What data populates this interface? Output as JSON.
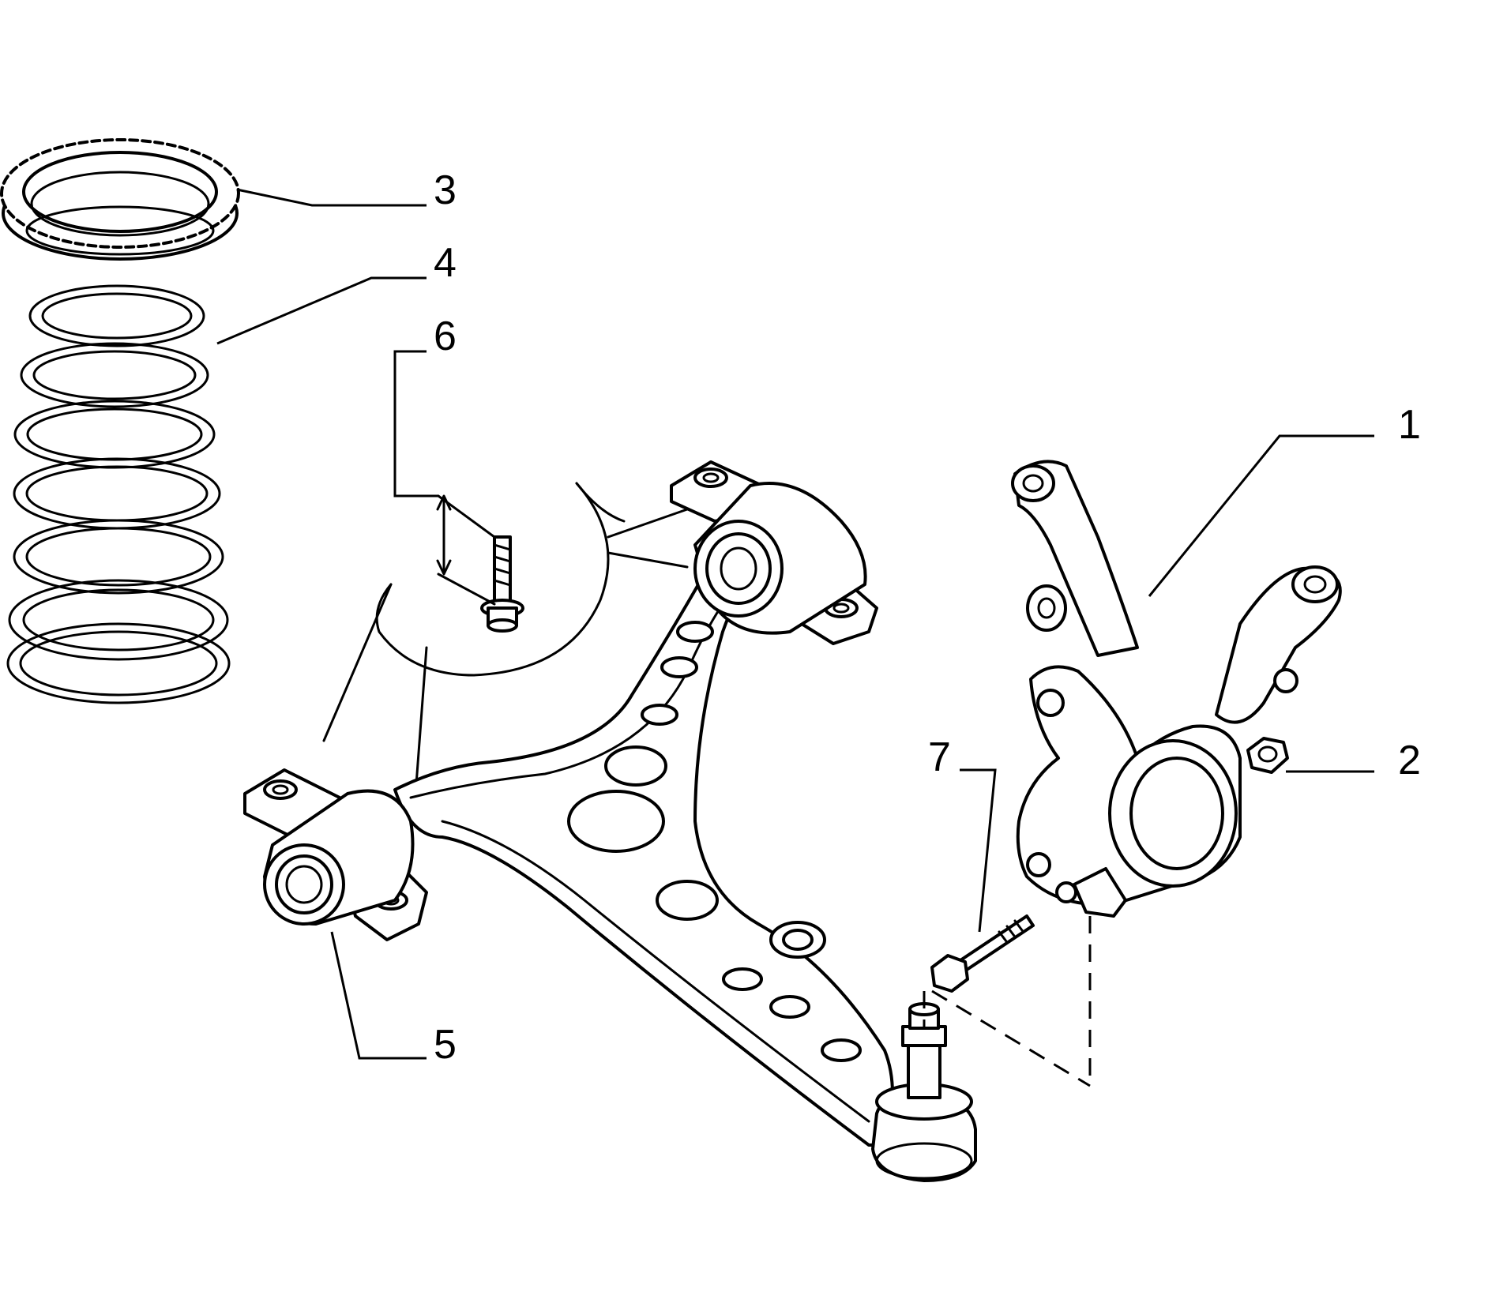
{
  "colors": {
    "background": "#ffffff",
    "line": "#000000"
  },
  "callouts": {
    "c1": "1",
    "c2": "2",
    "c3": "3",
    "c4": "4",
    "c5": "5",
    "c6": "6",
    "c7": "7"
  }
}
